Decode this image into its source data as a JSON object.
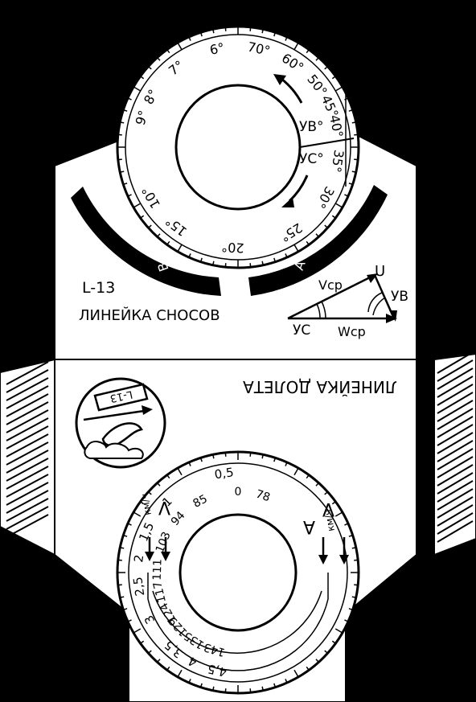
{
  "upper": {
    "model": "L-13",
    "title": "ЛИНЕЙКА СНОСОВ",
    "sector_left": "В",
    "sector_right": "А",
    "window_upper": "УВ°",
    "window_lower": "УС°",
    "scale_degrees": [
      {
        "v": "10°",
        "a": 150
      },
      {
        "v": "15°",
        "a": 128
      },
      {
        "v": "20°",
        "a": 93
      },
      {
        "v": "25°",
        "a": 58
      },
      {
        "v": "30°",
        "a": 30
      },
      {
        "v": "35°",
        "a": 8
      },
      {
        "v": "40°",
        "a": -12
      },
      {
        "v": "45°",
        "a": -24
      },
      {
        "v": "50°",
        "a": -38
      },
      {
        "v": "60°",
        "a": -57
      },
      {
        "v": "70°",
        "a": -78
      },
      {
        "v": "6°",
        "a": -102
      },
      {
        "v": "7°",
        "a": -128
      },
      {
        "v": "8°",
        "a": -150
      },
      {
        "v": "9°",
        "a": -163
      }
    ],
    "triangle": {
      "u": "U",
      "uv": "УВ",
      "us": "УС",
      "vcp": "Vср",
      "wcp": "Wср"
    }
  },
  "lower": {
    "title": "ЛИНЕЙКА ДОЛЕТА",
    "emblem_label": "L-13",
    "mark_a": "A",
    "mark_v": "V",
    "mark_a_unit": "км/ч",
    "mark_v_unit": "км/ч",
    "outer_scale": [
      {
        "v": "0,5",
        "a": -98
      },
      {
        "v": "1",
        "a": -135
      },
      {
        "v": "1,5",
        "a": -156
      },
      {
        "v": "2",
        "a": -172
      },
      {
        "v": "2,5",
        "a": 172
      },
      {
        "v": "3",
        "a": 152
      },
      {
        "v": "3,5",
        "a": 130
      },
      {
        "v": "4",
        "a": 117
      },
      {
        "v": "4,5",
        "a": 102
      }
    ],
    "inner_scale": [
      {
        "v": "0",
        "a": -90
      },
      {
        "v": "78",
        "a": -72
      },
      {
        "v": "85",
        "a": -118
      },
      {
        "v": "94",
        "a": -138
      },
      {
        "v": "103",
        "a": -158
      },
      {
        "v": "111",
        "a": -178
      },
      {
        "v": "117",
        "a": 166
      },
      {
        "v": "124",
        "a": 150
      },
      {
        "v": "129",
        "a": 138
      },
      {
        "v": "135",
        "a": 123
      },
      {
        "v": "143",
        "a": 107
      }
    ]
  }
}
